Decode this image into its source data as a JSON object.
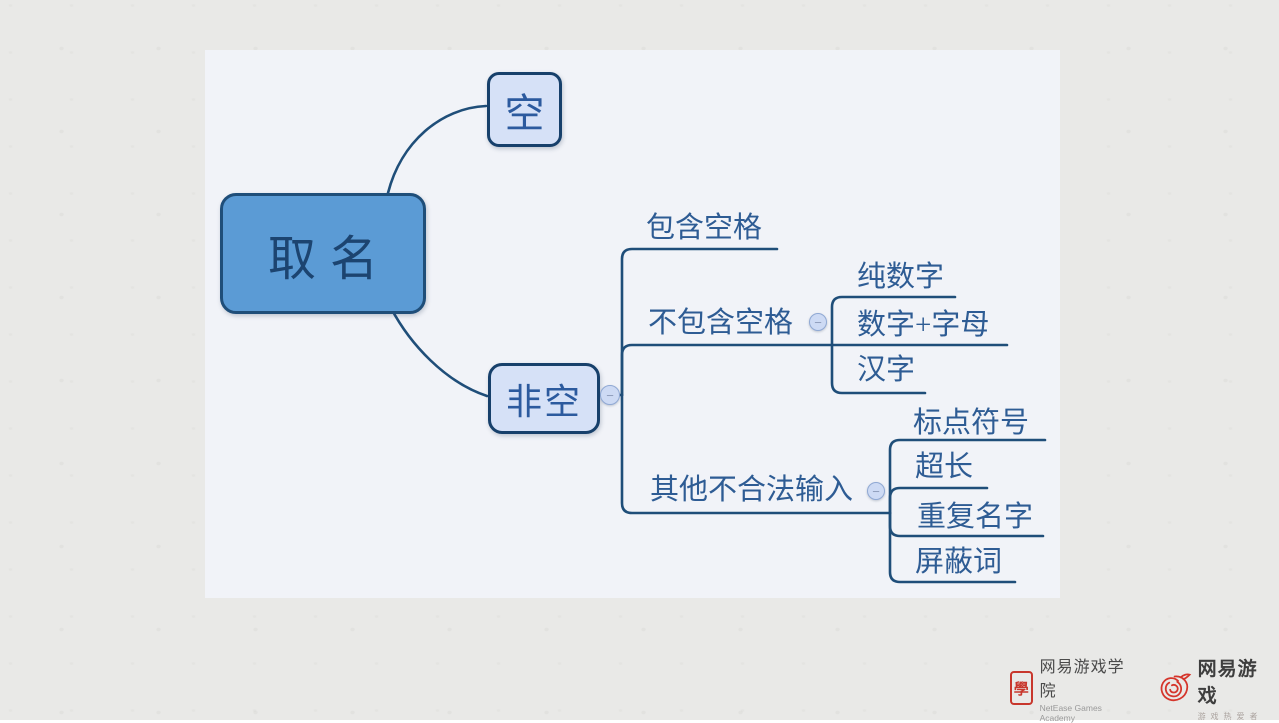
{
  "mindmap": {
    "root": {
      "label": "取名",
      "children": [
        {
          "label": "空",
          "children": []
        },
        {
          "label": "非空",
          "children": [
            {
              "label": "包含空格",
              "children": []
            },
            {
              "label": "不包含空格",
              "children": [
                {
                  "label": "纯数字"
                },
                {
                  "label": "数字+字母"
                },
                {
                  "label": "汉字"
                }
              ]
            },
            {
              "label": "其他不合法输入",
              "children": [
                {
                  "label": "标点符号"
                },
                {
                  "label": "超长"
                },
                {
                  "label": "重复名字"
                },
                {
                  "label": "屏蔽词"
                }
              ]
            }
          ]
        }
      ]
    }
  },
  "icons": {
    "collapse": "−"
  },
  "footer": {
    "academy": {
      "seal_char": "學",
      "title": "网易游戏学院",
      "subtitle": "NetEase Games Academy"
    },
    "games": {
      "title": "网易游戏",
      "subtitle": "游戏热爱者"
    }
  },
  "colors": {
    "page_bg": "#e9e9e7",
    "canvas_bg": "#f1f3f8",
    "root_fill": "#5b9bd5",
    "node_fill": "#d6e1f7",
    "node_border": "#1f4e79",
    "connector_line": "#1f4e79",
    "label_text": "#2e5c94",
    "collapse_fill": "#cddaf4",
    "brand_red": "#c8372c"
  }
}
